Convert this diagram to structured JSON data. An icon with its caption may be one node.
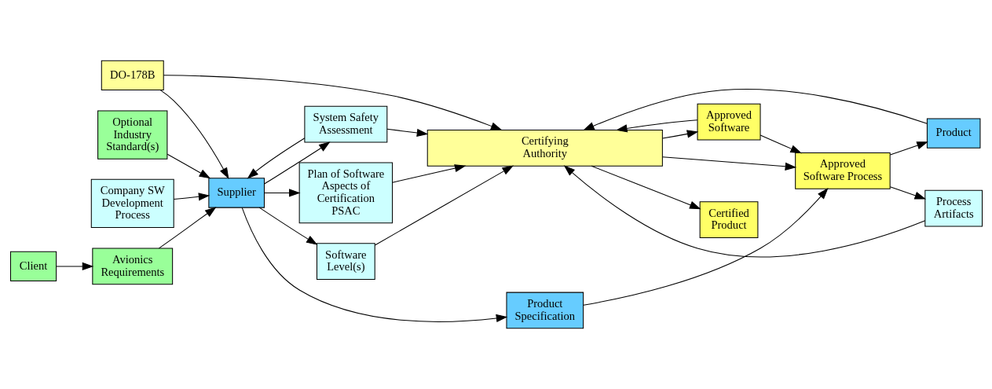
{
  "diagram": {
    "nodes": [
      {
        "text": [
          "Client"
        ]
      },
      {
        "text": [
          "Avionics Requirements"
        ]
      },
      {
        "text": [
          "Optional Industry Standard(s)"
        ]
      },
      {
        "text": [
          "Company SW Development Process"
        ]
      },
      {
        "text": [
          "Supplier"
        ]
      },
      {
        "text": [
          "System Safety Assessment"
        ]
      },
      {
        "text": [
          "DO-178B"
        ]
      },
      {
        "text": [
          "Product Specification"
        ]
      },
      {
        "text": [
          "Plan of Software Aspects of Certification PSAC"
        ]
      },
      {
        "text": [
          "Software Level(s)"
        ]
      },
      {
        "text": [
          "Approved Software Process"
        ]
      },
      {
        "text": [
          "Product"
        ]
      },
      {
        "text": [
          "Process Artifacts"
        ]
      },
      {
        "text": [
          "Approved Software"
        ]
      },
      {
        "text": [
          "Certified Product"
        ]
      },
      {
        "text": [
          "Certifying Authority"
        ]
      }
    ],
    "edges": [
      {
        "from": 0,
        "to": 1,
        "arrow": "to"
      },
      {
        "from": 1,
        "to": 4,
        "arrow": "to"
      },
      {
        "from": 2,
        "to": 4,
        "arrow": "to"
      },
      {
        "from": 3,
        "to": 4,
        "arrow": "to"
      },
      {
        "from": 4,
        "to": 7,
        "arrow": "to"
      },
      {
        "from": 4,
        "to": 8,
        "arrow": "to"
      },
      {
        "from": 4,
        "to": 9,
        "arrow": "to"
      },
      {
        "from": 4,
        "to": 5,
        "arrow": "to"
      },
      {
        "from": 5,
        "to": 4,
        "arrow": "to"
      },
      {
        "from": 6,
        "to": 4,
        "arrow": "to"
      },
      {
        "from": 6,
        "to": 15,
        "arrow": "to"
      },
      {
        "from": 5,
        "to": 15,
        "arrow": "to"
      },
      {
        "from": 7,
        "to": 10,
        "arrow": "to"
      },
      {
        "from": 10,
        "to": 11,
        "arrow": "to"
      },
      {
        "from": 10,
        "to": 12,
        "arrow": "to"
      },
      {
        "from": 13,
        "to": 10,
        "arrow": "to"
      },
      {
        "from": 9,
        "to": 15,
        "arrow": "to"
      },
      {
        "from": 8,
        "to": 15,
        "arrow": "to"
      },
      {
        "from": 15,
        "to": 10,
        "arrow": "to"
      },
      {
        "from": 15,
        "to": 13,
        "arrow": "to"
      },
      {
        "from": 13,
        "to": 15,
        "arrow": "to"
      },
      {
        "from": 12,
        "to": 15,
        "arrow": "to"
      },
      {
        "from": 11,
        "to": 15,
        "arrow": "to"
      },
      {
        "from": 15,
        "to": 14,
        "arrow": "to"
      }
    ]
  }
}
